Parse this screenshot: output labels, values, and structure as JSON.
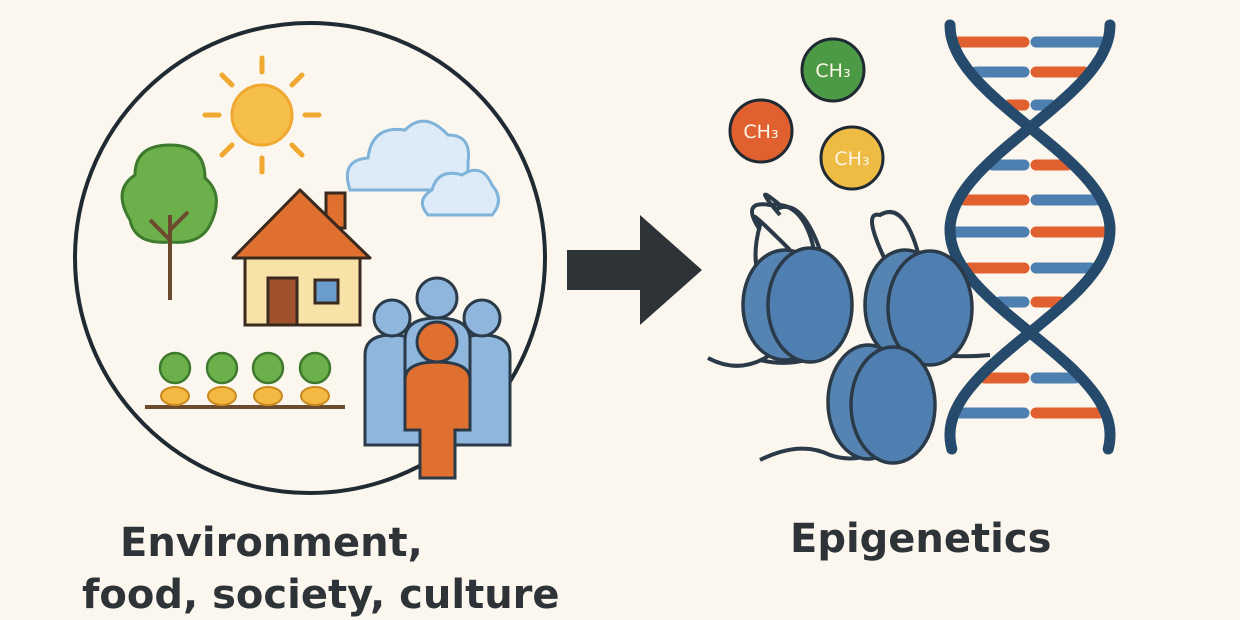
{
  "left": {
    "caption_line1": "Environment,",
    "caption_line2": "food, society, culture"
  },
  "right": {
    "caption": "Epigenetics",
    "methyl_groups": [
      {
        "label": "CH₃",
        "color": "#4c9a45"
      },
      {
        "label": "CH₃",
        "color": "#e0612f"
      },
      {
        "label": "CH₃",
        "color": "#eebb45"
      }
    ]
  },
  "colors": {
    "background": "#fbf7ee",
    "outline": "#2b3a48",
    "blue": "#4d7fb0",
    "red": "#e0612f",
    "green": "#62a84a",
    "orange": "#e07030",
    "sun": "#f4b942",
    "cloud": "#cfe4f4"
  }
}
